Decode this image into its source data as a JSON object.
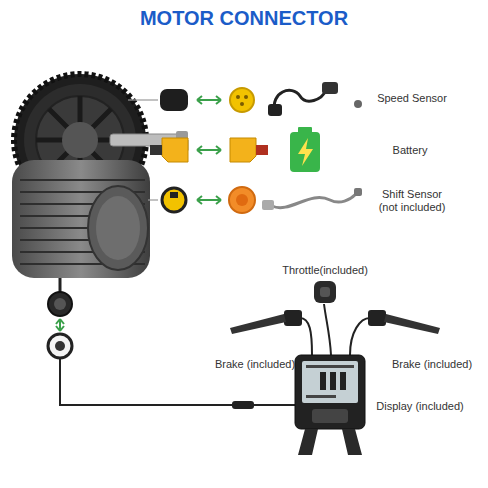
{
  "diagram": {
    "title": "MOTOR CONNECTOR",
    "labels": [
      "Speed Sensor",
      "Battery",
      "Shift Sensor (not included)",
      "Throttle(included)",
      "Brake (included)",
      "Brake (included)",
      "Display (included)"
    ]
  }
}
